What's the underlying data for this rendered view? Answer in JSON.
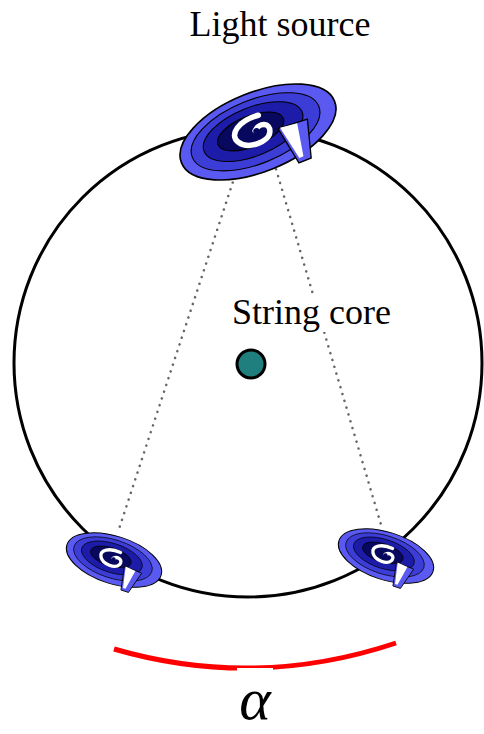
{
  "diagram": {
    "labels": [
      "Light source",
      "String core",
      "α"
    ]
  }
}
